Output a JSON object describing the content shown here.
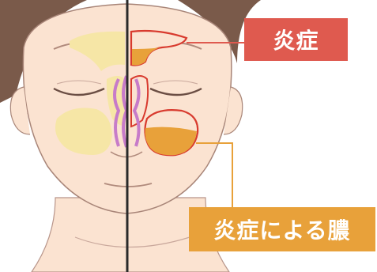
{
  "labels": {
    "inflammation": "炎症",
    "pus": "炎症による膿"
  },
  "colors": {
    "skin": "#fbe3d1",
    "hair": "#7a5a4a",
    "sinus_normal": "#f6e6a6",
    "sinus_outline_inflamed": "#d83a2e",
    "pus": "#e8a13a",
    "nasal_passage": "#c77bc9",
    "inflammation_tag": "#df5a4f",
    "pus_tag": "#e8a13a",
    "divider": "#2a2a2a"
  },
  "icons": {
    "left_half": "normal-sinuses",
    "right_half": "inflamed-sinuses"
  }
}
